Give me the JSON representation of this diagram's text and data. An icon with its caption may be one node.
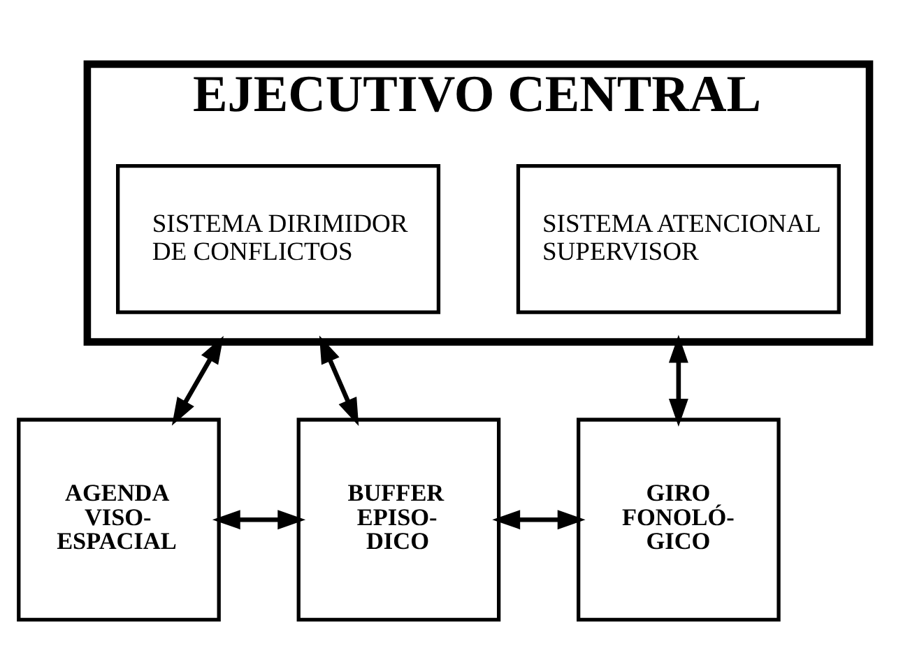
{
  "diagram": {
    "nodes": [
      {
        "text": [
          "EJECUTIVO CENTRAL"
        ]
      },
      {
        "text": [
          "SISTEMA DIRIMIDOR DE CONFLICTOS"
        ],
        "in": 0
      },
      {
        "text": [
          "SISTEMA ATENCIONAL SUPERVISOR"
        ],
        "in": 0
      },
      {
        "text": [
          "AGENDA VISO- ESPACIAL"
        ]
      },
      {
        "text": [
          "BUFFER EPISO- DICO"
        ]
      },
      {
        "text": [
          "GIRO FONOLÓ- GICO"
        ]
      }
    ],
    "edges": [
      {
        "from": 0,
        "to": 3,
        "arrow": "both"
      },
      {
        "from": 0,
        "to": 4,
        "arrow": "both"
      },
      {
        "from": 0,
        "to": 5,
        "arrow": "both"
      },
      {
        "from": 3,
        "to": 4,
        "arrow": "both"
      },
      {
        "from": 4,
        "to": 5,
        "arrow": "both"
      }
    ]
  }
}
